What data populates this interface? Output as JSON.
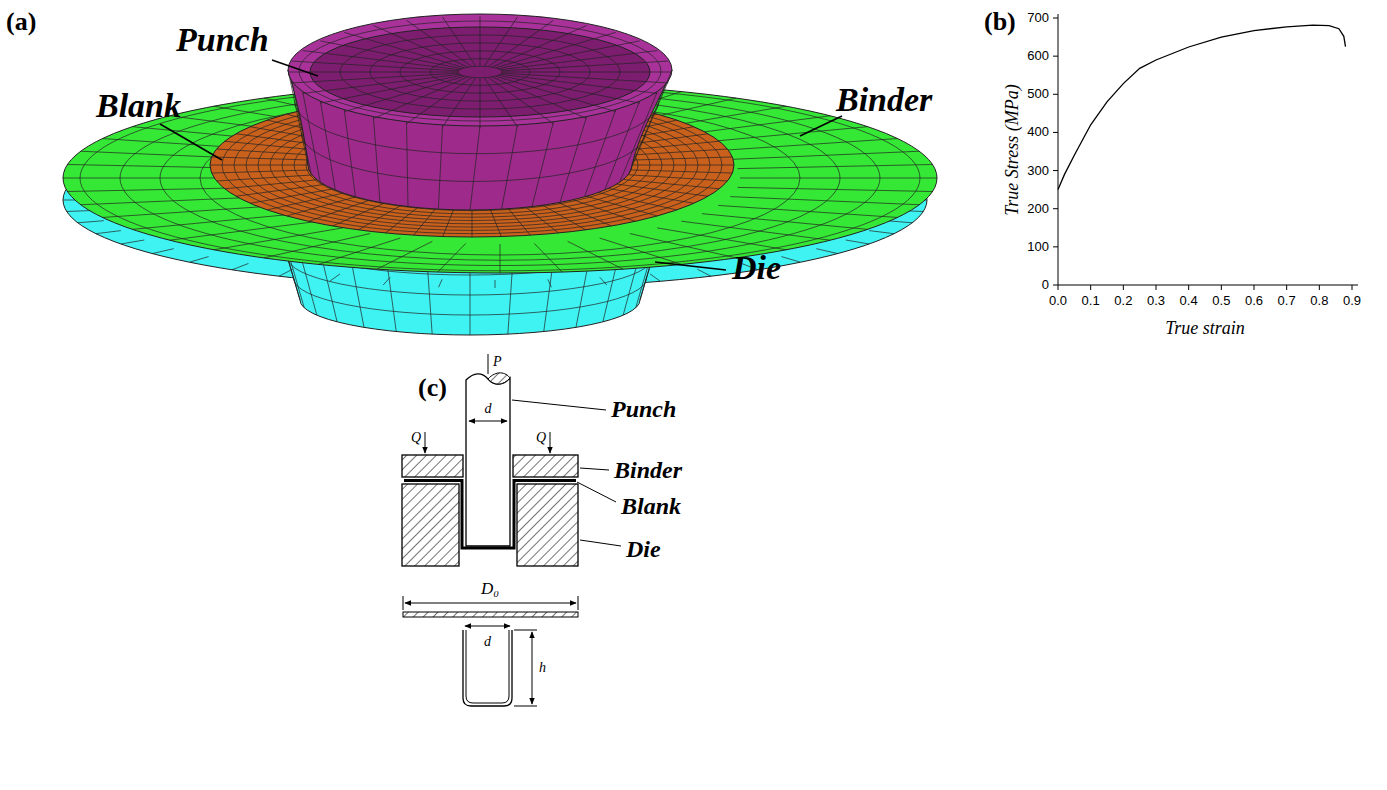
{
  "diagram": {
    "labels": [
      "(a)",
      "Punch",
      "Blank",
      "Binder",
      "Die",
      "(b)",
      "True Stress (MPa)",
      "0",
      "100",
      "200",
      "300",
      "400",
      "500",
      "600",
      "700",
      "0.0",
      "0.1",
      "0.2",
      "0.3",
      "0.4",
      "0.5",
      "0.6",
      "0.7",
      "0.8",
      "0.9",
      "True strain",
      "(c)",
      "P",
      "d",
      "Q",
      "Q",
      "Punch",
      "Binder",
      "Blank",
      "Die",
      "D₀",
      "d",
      "h"
    ]
  }
}
